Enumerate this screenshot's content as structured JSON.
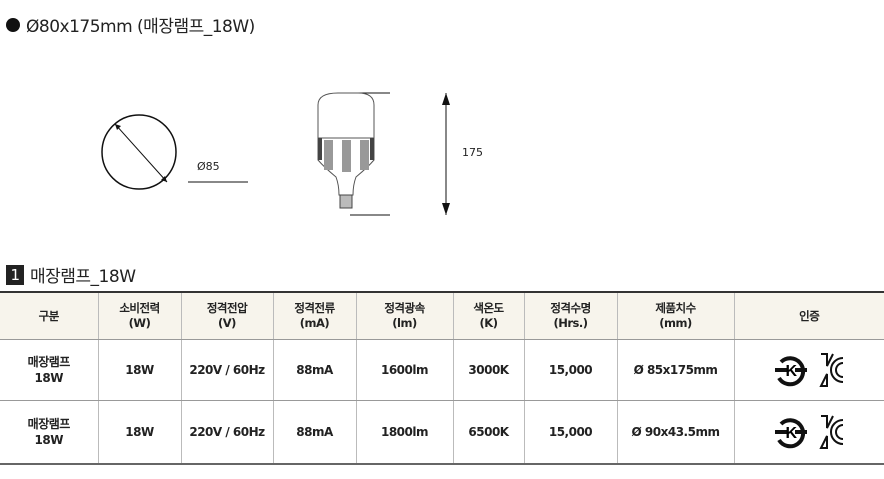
{
  "title": "Ø80x175mm (매장램프_18W)",
  "drawing": {
    "diameter_label": "Ø85",
    "height_label": "175"
  },
  "section": {
    "number": "1",
    "title": "매장램프_18W"
  },
  "table": {
    "headers": [
      [
        "구분",
        ""
      ],
      [
        "소비전력",
        "(W)"
      ],
      [
        "정격전압",
        "(V)"
      ],
      [
        "정격전류",
        "(mA)"
      ],
      [
        "정격광속",
        "(lm)"
      ],
      [
        "색온도",
        "(K)"
      ],
      [
        "정격수명",
        "(Hrs.)"
      ],
      [
        "제품치수",
        "(mm)"
      ],
      [
        "인증",
        ""
      ]
    ],
    "rows": [
      {
        "name": [
          "매장램프",
          "18W"
        ],
        "power": "18W",
        "voltage": "220V / 60Hz",
        "current": "88mA",
        "flux": "1600lm",
        "cct": "3000K",
        "life": "15,000",
        "size": "Ø 85x175mm"
      },
      {
        "name": [
          "매장램프",
          "18W"
        ],
        "power": "18W",
        "voltage": "220V / 60Hz",
        "current": "88mA",
        "flux": "1800lm",
        "cct": "6500K",
        "life": "15,000",
        "size": "Ø 90x43.5mm"
      }
    ]
  }
}
